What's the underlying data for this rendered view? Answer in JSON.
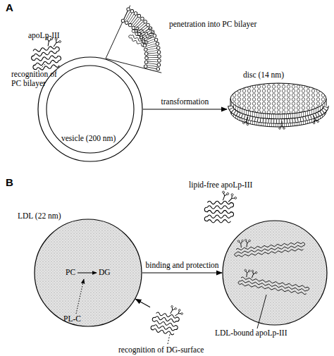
{
  "diagram": {
    "nodes": [
      {
        "text": [
          "apoLp-III"
        ]
      },
      {
        "text": [
          "vesicle (200 nm)"
        ]
      },
      {
        "text": [
          "disc (14 nm)"
        ]
      },
      {
        "text": [
          "lipid-free apoLp-III"
        ]
      },
      {
        "text": [
          "LDL (22 nm)",
          "PC",
          "DG"
        ]
      },
      {
        "text": [
          "LDL-bound apoLp-III"
        ]
      },
      {
        "text": [
          "recognition of DG-surface"
        ]
      }
    ],
    "edges": [
      {
        "from": 1,
        "to": 2,
        "arrow": "to",
        "label": "transformation"
      },
      {
        "from": 4,
        "to": 5,
        "arrow": "to",
        "label": "binding and protection"
      },
      {
        "from": 6,
        "to": 4,
        "arrow": "to"
      }
    ],
    "labels": [
      "A",
      "penetration into PC bilayer",
      "recognition of PC bilayer",
      "B",
      "PL-C"
    ]
  }
}
